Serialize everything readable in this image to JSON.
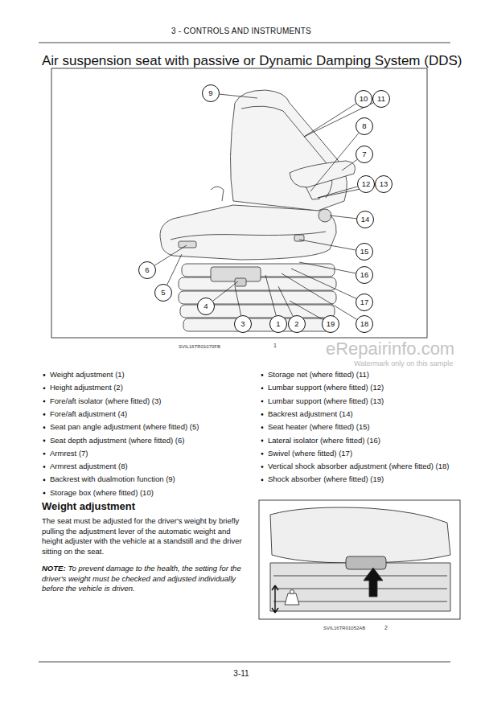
{
  "diagram": {
    "title": "Air suspension seat with passive or Dynamic Damping System (DDS)",
    "nodes": [
      {
        "text": [
          "9"
        ]
      },
      {
        "text": [
          "10"
        ]
      },
      {
        "text": [
          "11"
        ]
      },
      {
        "text": [
          "8"
        ]
      },
      {
        "text": [
          "7"
        ]
      },
      {
        "text": [
          "12"
        ]
      },
      {
        "text": [
          "13"
        ]
      },
      {
        "text": [
          "14"
        ]
      },
      {
        "text": [
          "6"
        ]
      },
      {
        "text": [
          "15"
        ]
      },
      {
        "text": [
          "5"
        ]
      },
      {
        "text": [
          "16"
        ]
      },
      {
        "text": [
          "4"
        ]
      },
      {
        "text": [
          "17"
        ]
      },
      {
        "text": [
          "3"
        ]
      },
      {
        "text": [
          "1"
        ]
      },
      {
        "text": [
          "2"
        ]
      },
      {
        "text": [
          "19"
        ]
      },
      {
        "text": [
          "18"
        ]
      }
    ],
    "labels": [
      "3 - CONTROLS AND INSTRUMENTS",
      "SVIL16TR01070FB",
      "1",
      "eRepairinfo.com",
      "Watermark only on this sample",
      "Weight adjustment (1)",
      "Height adjustment (2)",
      "Fore/aft isolator (where fitted) (3)",
      "Fore/aft adjustment (4)",
      "Seat pan angle adjustment (where fitted) (5)",
      "Seat depth adjustment (where fitted) (6)",
      "Armrest (7)",
      "Armrest adjustment (8)",
      "Backrest with dualmotion function (9)",
      "Storage box (where fitted) (10)",
      "Storage net (where fitted) (11)",
      "Lumbar support (where fitted) (12)",
      "Lumbar support (where fitted) (13)",
      "Backrest adjustment (14)",
      "Seat heater (where fitted) (15)",
      "Lateral isolator (where fitted) (16)",
      "Swivel (where fitted) (17)",
      "Vertical shock absorber adjustment (where fitted) (18)",
      "Shock absorber (where fitted) (19)",
      "Weight adjustment",
      "The seat must be adjusted for the driver's weight by briefly pulling the adjustment lever of the automatic weight and height adjuster with the vehicle at a standstill and the driver sitting on the seat.",
      "NOTE:",
      "To prevent damage to the health, the setting for the driver's weight must be checked and adjusted individually before the vehicle is driven.",
      "SVIL16TR01052AB",
      "2",
      "3-11"
    ]
  }
}
